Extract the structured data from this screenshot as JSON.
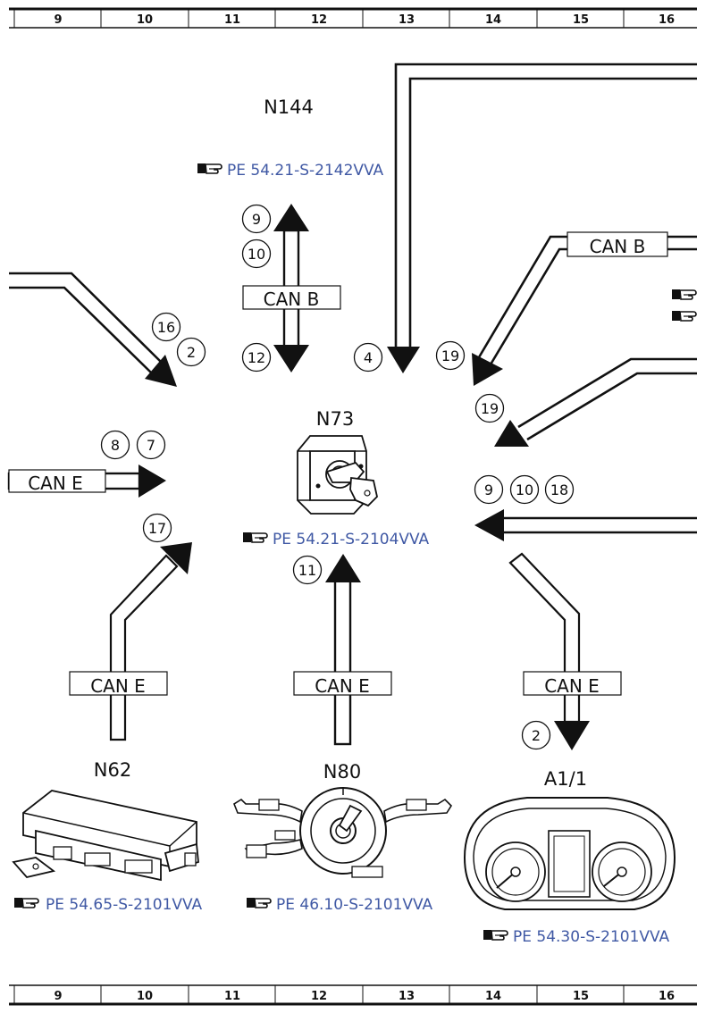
{
  "ruler": {
    "columns": [
      "9",
      "10",
      "11",
      "12",
      "13",
      "14",
      "15",
      "16"
    ]
  },
  "components": {
    "n144": {
      "label": "N144",
      "ref": "PE 54.21-S-2142VVA"
    },
    "n73": {
      "label": "N73",
      "ref": "PE 54.21-S-2104VVA"
    },
    "n62": {
      "label": "N62",
      "ref": "PE 54.65-S-2101VVA"
    },
    "n80": {
      "label": "N80",
      "ref": "PE 46.10-S-2101VVA"
    },
    "a11": {
      "label": "A1/1",
      "ref": "PE 54.30-S-2101VVA"
    }
  },
  "bus_labels": {
    "can_b_center": "CAN B",
    "can_b_right": "CAN B",
    "can_e_left": "CAN E",
    "can_e_n62": "CAN E",
    "can_e_n80": "CAN E",
    "can_e_a11": "CAN E"
  },
  "signals": {
    "n144_up_1": "9",
    "n144_up_2": "10",
    "n144_down": "12",
    "left_diag_1": "16",
    "left_diag_2": "2",
    "top_down": "4",
    "right_diag_top": "19",
    "right_diag_mid": "19",
    "left_can_e_1": "8",
    "left_can_e_2": "7",
    "right_left_1": "9",
    "right_left_2": "10",
    "right_left_3": "18",
    "n62_up": "17",
    "n80_up": "11",
    "a11_down": "2"
  },
  "icons": {
    "reference": "pointing-hand-icon"
  }
}
